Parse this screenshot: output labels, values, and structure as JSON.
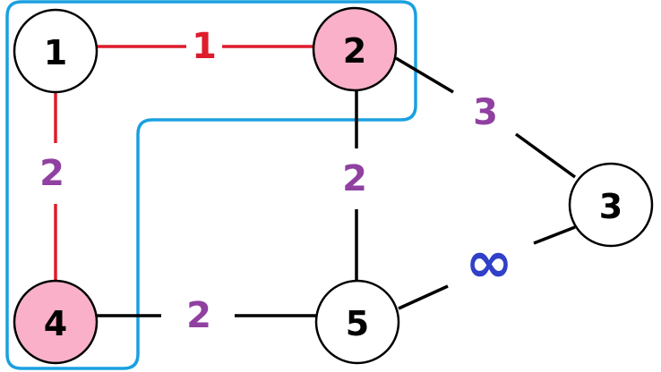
{
  "colors": {
    "highlight_outline": "#1aa0e0",
    "node_fill_default": "#ffffff",
    "node_fill_highlight": "#f9b0c8",
    "node_stroke": "#000000",
    "edge_default": "#000000",
    "edge_highlight": "#dd1c2c",
    "weight_purple": "#9040a0",
    "weight_red": "#dd1c2c",
    "weight_blue": "#3040c8"
  },
  "nodes": [
    {
      "id": "1",
      "label": "1",
      "highlighted": false
    },
    {
      "id": "2",
      "label": "2",
      "highlighted": true
    },
    {
      "id": "3",
      "label": "3",
      "highlighted": false
    },
    {
      "id": "4",
      "label": "4",
      "highlighted": true
    },
    {
      "id": "5",
      "label": "5",
      "highlighted": false
    }
  ],
  "edges": [
    {
      "id": "1-2",
      "from": "1",
      "to": "2",
      "weight": "1",
      "highlighted": true,
      "label_color": "red"
    },
    {
      "id": "1-4",
      "from": "1",
      "to": "4",
      "weight": "2",
      "highlighted": true,
      "label_color": "purple"
    },
    {
      "id": "2-3",
      "from": "2",
      "to": "3",
      "weight": "3",
      "highlighted": false,
      "label_color": "purple"
    },
    {
      "id": "2-5",
      "from": "2",
      "to": "5",
      "weight": "2",
      "highlighted": false,
      "label_color": "purple"
    },
    {
      "id": "4-5",
      "from": "4",
      "to": "5",
      "weight": "2",
      "highlighted": false,
      "label_color": "purple"
    },
    {
      "id": "5-3",
      "from": "5",
      "to": "3",
      "weight": "∞",
      "highlighted": false,
      "label_color": "blue"
    }
  ]
}
